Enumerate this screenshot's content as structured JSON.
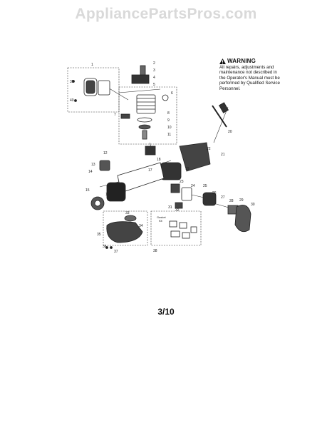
{
  "watermark": "AppliancePartsPros.com",
  "warning": {
    "title": "WARNING",
    "lines": [
      "All repairs, adjustments and",
      "maintenance not described in",
      "the Operator's Manual must be",
      "performed by Qualified Service",
      "Personnel."
    ]
  },
  "page_number": "3/10",
  "diagram": {
    "kit_label_line1": "Gasket",
    "kit_label_line2": "Kit",
    "callouts": [
      "1",
      "2",
      "3",
      "4",
      "5",
      "6",
      "7",
      "8",
      "9",
      "10",
      "11",
      "12",
      "13",
      "14",
      "15",
      "16",
      "17",
      "18",
      "19",
      "20",
      "21",
      "22",
      "23",
      "24",
      "25",
      "26",
      "27",
      "28",
      "29",
      "30",
      "31",
      "32",
      "33",
      "34",
      "35",
      "36",
      "37",
      "38",
      "39",
      "40"
    ]
  }
}
